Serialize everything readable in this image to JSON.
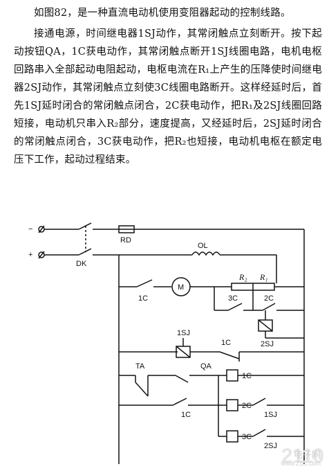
{
  "paragraphs": [
    "如图82，是一种直流电动机使用变阻器起动的控制线路。",
    "接通电源，时间继电器1SJ动作，其常闭触点立刻断开。按下起动按钮QA，1C获电动作，其常闭触点断开1SJ线圈电路，电机电枢回路串入全部起动电阻起动，电枢电流在R₁上产生的压降使时间继电器2SJ动作，其常闭触点立刻使3C线圈电路断开。这样经延时后，首先1SJ延时闭合的常闭触点闭合，2C获电动作，把R₁及2SJ线圈回路短接，电动机只串入R₂部分，速度提高，又经延时后，2SJ延时闭合的常闭触点闭合，3C获电动作，把R₂也短接，电动机电枢在额定电压下工作，起动过程结束。"
  ],
  "circuit": {
    "minus": "−",
    "plus": "+",
    "rd": "RD",
    "dk": "DK",
    "ol": "OL",
    "motor": "M",
    "r2": "R₂",
    "r1": "R₁",
    "c1_main": "1C",
    "c3_short": "3C",
    "c2_short": "2C",
    "sj2_coil": "2SJ",
    "sj1_coil": "1SJ",
    "c1_nc": "1C",
    "ta": "TA",
    "qa": "QA",
    "c1_coil": "1C",
    "c1_hold": "1C",
    "c2_coil": "2C",
    "sj1_contact": "1SJ",
    "c3_coil": "3C",
    "sj2_contact": "2SJ"
  },
  "watermark": {
    "digits": "2110",
    "cn": "电子网",
    "url": "www.21ic.com"
  }
}
